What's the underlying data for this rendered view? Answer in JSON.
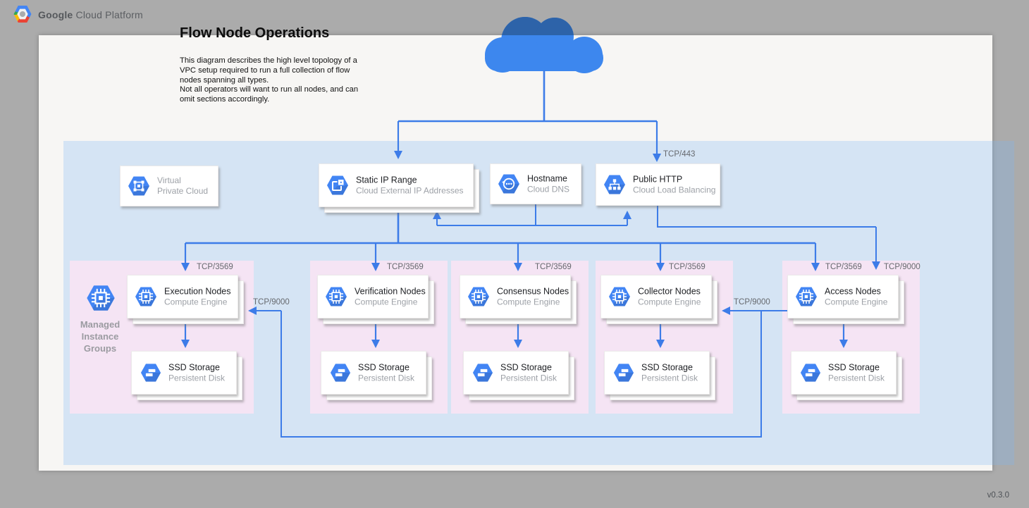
{
  "brand": {
    "bold": "Google",
    "rest": " Cloud Platform"
  },
  "title": "Flow Node Operations",
  "description": "This diagram describes the high level topology of a\nVPC setup required to run a full collection of flow\nnodes spanning all types.\nNot all operators will want to run all nodes, and can\nomit sections accordingly.",
  "version": "v0.3.0",
  "labels": {
    "tcp443": "TCP/443",
    "tcp3569": "TCP/3569",
    "tcp9000": "TCP/9000"
  },
  "vpc_box": {
    "line1": "Virtual",
    "line2": "Private Cloud"
  },
  "services": {
    "static_ip": {
      "title": "Static IP Range",
      "subtitle": "Cloud External IP Addresses"
    },
    "hostname": {
      "title": "Hostname",
      "subtitle": "Cloud DNS"
    },
    "public_http": {
      "title": "Public HTTP",
      "subtitle": "Cloud Load Balancing"
    }
  },
  "mig": {
    "label": "Managed\nInstance\nGroups"
  },
  "node_groups": [
    {
      "title": "Execution Nodes",
      "subtitle": "Compute Engine",
      "storage_title": "SSD Storage",
      "storage_subtitle": "Persistent Disk"
    },
    {
      "title": "Verification Nodes",
      "subtitle": "Compute Engine",
      "storage_title": "SSD Storage",
      "storage_subtitle": "Persistent Disk"
    },
    {
      "title": "Consensus Nodes",
      "subtitle": "Compute Engine",
      "storage_title": "SSD Storage",
      "storage_subtitle": "Persistent Disk"
    },
    {
      "title": "Collector Nodes",
      "subtitle": "Compute Engine",
      "storage_title": "SSD Storage",
      "storage_subtitle": "Persistent Disk"
    },
    {
      "title": "Access Nodes",
      "subtitle": "Compute Engine",
      "storage_title": "SSD Storage",
      "storage_subtitle": "Persistent Disk"
    }
  ],
  "colors": {
    "line": "#3d7ce8",
    "hexagon": "#4285f4",
    "vpc_fill": "#dcebfb",
    "group_fill": "#f5e4f4",
    "cloud": "#3d87ee",
    "cloud_dark": "#2d63a9"
  }
}
